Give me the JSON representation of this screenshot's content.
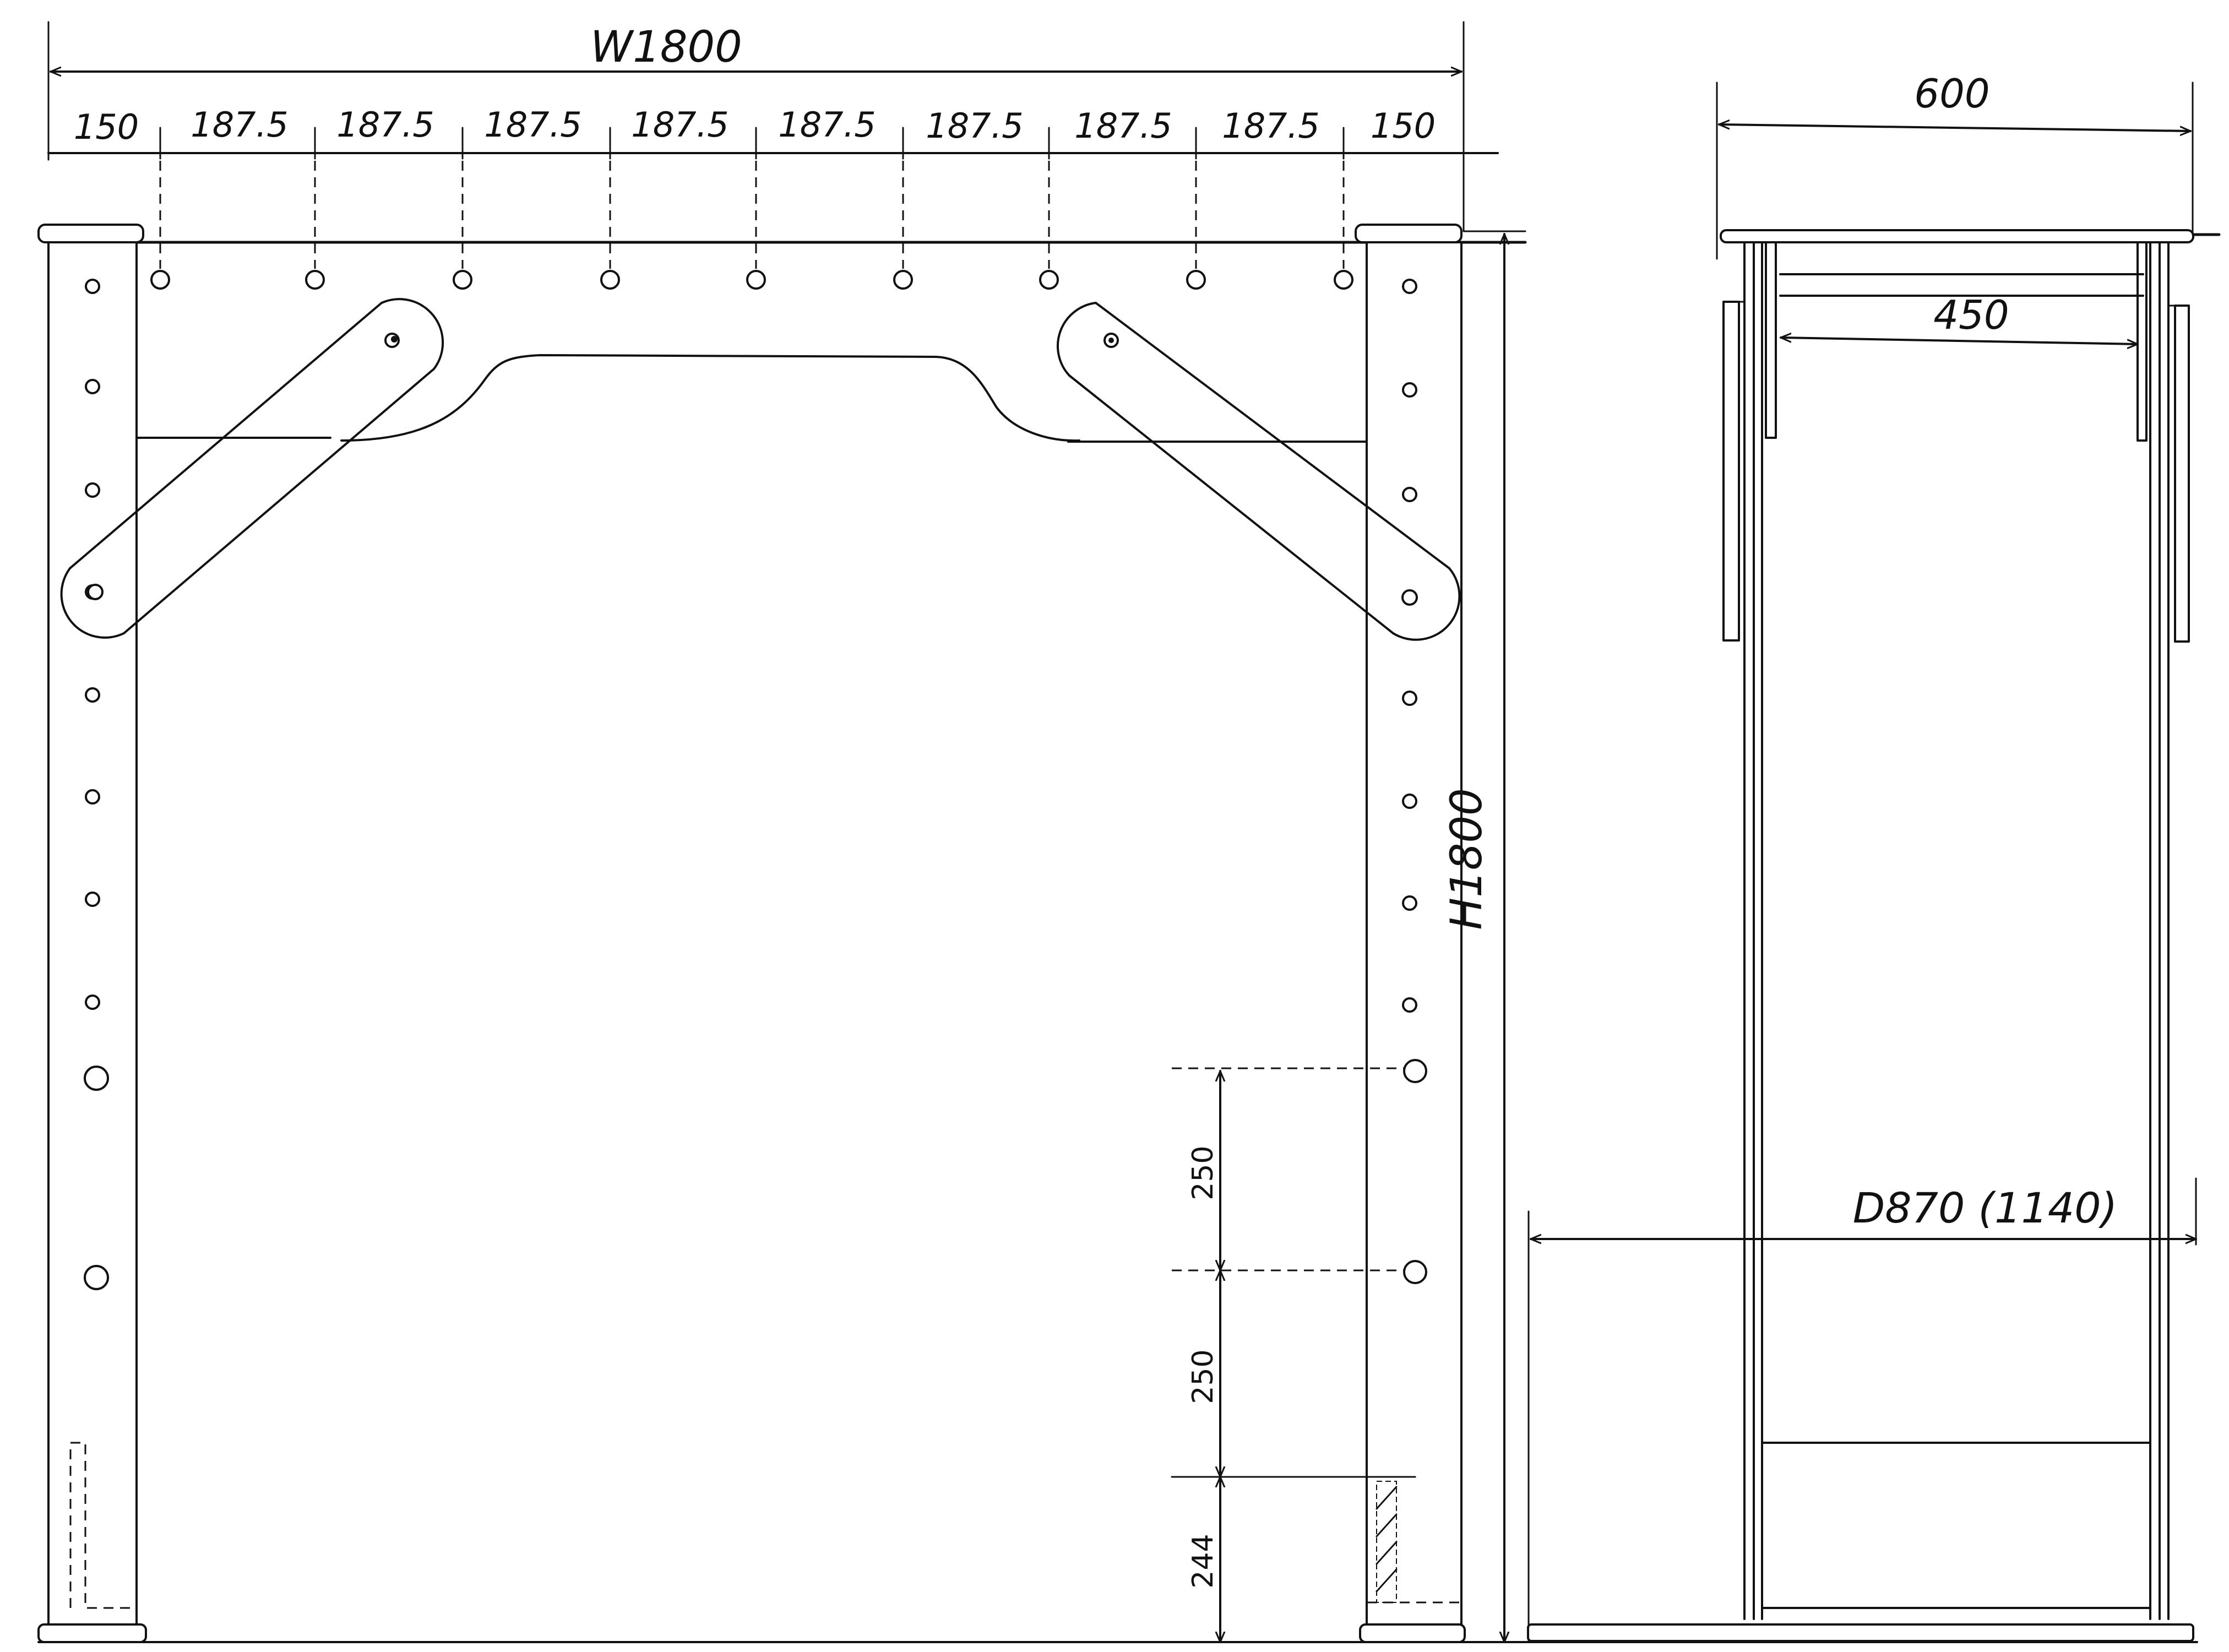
{
  "front_view": {
    "width_label": "W1800",
    "height_label": "H1800",
    "hole_spacing_labels": [
      "150",
      "187.5",
      "187.5",
      "187.5",
      "187.5",
      "187.5",
      "187.5",
      "187.5",
      "187.5",
      "150"
    ],
    "vertical_dims": [
      "250",
      "250",
      "244"
    ]
  },
  "side_view": {
    "top_width_label": "600",
    "inner_width_label": "450",
    "depth_label": "D870 (1140)"
  }
}
